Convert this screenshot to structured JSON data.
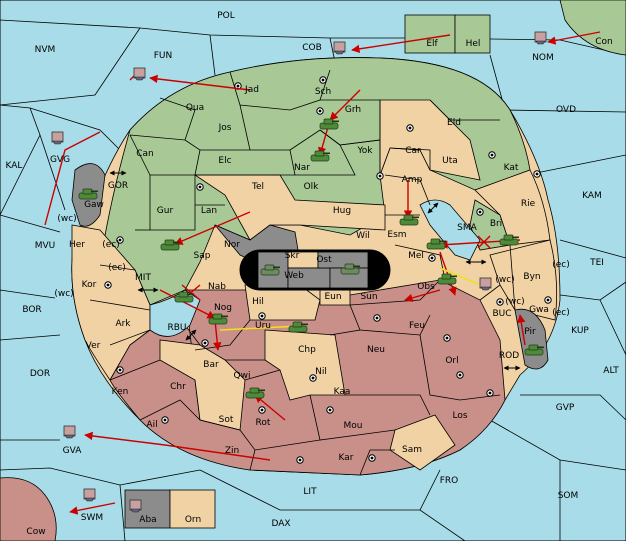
{
  "map": {
    "colors": {
      "sea": "#a8dce8",
      "neutral": "#f0d2a4",
      "green": "#a8c896",
      "red": "#c89088",
      "grey": "#8c8c8c",
      "black": "#000000",
      "order_move": "#cc0000",
      "order_support": "#f0e020"
    },
    "sea_regions": [
      {
        "name": "POL"
      },
      {
        "name": "NVM"
      },
      {
        "name": "FUN"
      },
      {
        "name": "COB"
      },
      {
        "name": "NOM"
      },
      {
        "name": "OVD"
      },
      {
        "name": "KAL"
      },
      {
        "name": "GOR"
      },
      {
        "name": "MVU"
      },
      {
        "name": "KAM"
      },
      {
        "name": "SMA"
      },
      {
        "name": "TEI"
      },
      {
        "name": "MIT"
      },
      {
        "name": "BOR"
      },
      {
        "name": "BUC"
      },
      {
        "name": "KUP"
      },
      {
        "name": "RBU"
      },
      {
        "name": "DOR"
      },
      {
        "name": "ROD"
      },
      {
        "name": "ALT"
      },
      {
        "name": "GVP"
      },
      {
        "name": "GVA"
      },
      {
        "name": "FRO"
      },
      {
        "name": "SOM"
      },
      {
        "name": "LIT"
      },
      {
        "name": "SWM"
      },
      {
        "name": "DAX"
      }
    ],
    "land_regions": [
      {
        "name": "Jad",
        "owner": "green"
      },
      {
        "name": "Sch",
        "owner": "green"
      },
      {
        "name": "Qua",
        "owner": "green"
      },
      {
        "name": "Jos",
        "owner": "green"
      },
      {
        "name": "Grh",
        "owner": "green"
      },
      {
        "name": "Eld",
        "owner": "green"
      },
      {
        "name": "Can",
        "owner": "green"
      },
      {
        "name": "Elc",
        "owner": "green"
      },
      {
        "name": "Nar",
        "owner": "green"
      },
      {
        "name": "Yok",
        "owner": "neutral"
      },
      {
        "name": "Car",
        "owner": "neutral"
      },
      {
        "name": "Uta",
        "owner": "neutral"
      },
      {
        "name": "Kat",
        "owner": "neutral"
      },
      {
        "name": "Tel",
        "owner": "neutral"
      },
      {
        "name": "Olk",
        "owner": "neutral"
      },
      {
        "name": "Amp",
        "owner": "green"
      },
      {
        "name": "Gur",
        "owner": "green"
      },
      {
        "name": "Lan",
        "owner": "green"
      },
      {
        "name": "Hug",
        "owner": "neutral"
      },
      {
        "name": "Rie",
        "owner": "neutral"
      },
      {
        "name": "Gaw",
        "owner": "green"
      },
      {
        "name": "Her",
        "owner": "neutral"
      },
      {
        "name": "Nor",
        "owner": "grey"
      },
      {
        "name": "Skr",
        "owner": "grey"
      },
      {
        "name": "Wil",
        "owner": "neutral"
      },
      {
        "name": "Esm",
        "owner": "green"
      },
      {
        "name": "Bri",
        "owner": "green"
      },
      {
        "name": "Sap",
        "owner": "green"
      },
      {
        "name": "Ost",
        "owner": "grey"
      },
      {
        "name": "Web",
        "owner": "grey"
      },
      {
        "name": "Mel",
        "owner": "green"
      },
      {
        "name": "Byn",
        "owner": "neutral"
      },
      {
        "name": "Kor",
        "owner": "neutral"
      },
      {
        "name": "Nab",
        "owner": "green"
      },
      {
        "name": "Hil",
        "owner": "neutral"
      },
      {
        "name": "Eun",
        "owner": "neutral"
      },
      {
        "name": "Sun",
        "owner": "red"
      },
      {
        "name": "Obs",
        "owner": "red"
      },
      {
        "name": "Gwa",
        "owner": "neutral"
      },
      {
        "name": "Ark",
        "owner": "neutral"
      },
      {
        "name": "Nog",
        "owner": "red"
      },
      {
        "name": "Uru",
        "owner": "red"
      },
      {
        "name": "Feu",
        "owner": "red"
      },
      {
        "name": "Pir",
        "owner": "grey"
      },
      {
        "name": "Ver",
        "owner": "neutral"
      },
      {
        "name": "Chp",
        "owner": "neutral"
      },
      {
        "name": "Neu",
        "owner": "red"
      },
      {
        "name": "Orl",
        "owner": "red"
      },
      {
        "name": "Bar",
        "owner": "red"
      },
      {
        "name": "Qwi",
        "owner": "red"
      },
      {
        "name": "Nil",
        "owner": "neutral"
      },
      {
        "name": "Ken",
        "owner": "red"
      },
      {
        "name": "Chr",
        "owner": "neutral"
      },
      {
        "name": "Kaa",
        "owner": "red"
      },
      {
        "name": "Ail",
        "owner": "neutral"
      },
      {
        "name": "Sot",
        "owner": "neutral"
      },
      {
        "name": "Rot",
        "owner": "red"
      },
      {
        "name": "Mou",
        "owner": "red"
      },
      {
        "name": "Los",
        "owner": "red"
      },
      {
        "name": "Zin",
        "owner": "red"
      },
      {
        "name": "Kar",
        "owner": "red"
      },
      {
        "name": "Sam",
        "owner": "neutral"
      },
      {
        "name": "Elf",
        "owner": "green"
      },
      {
        "name": "Hel",
        "owner": "green"
      },
      {
        "name": "Con",
        "owner": "green"
      },
      {
        "name": "Cow",
        "owner": "red"
      },
      {
        "name": "Aba",
        "owner": "grey"
      },
      {
        "name": "Orn",
        "owner": "neutral"
      }
    ],
    "coast_labels": [
      "(wc)",
      "(ec)",
      "(ec)",
      "(wc)",
      "(wc)",
      "(ec)",
      "(wc)",
      "(ec)"
    ],
    "armies": [
      {
        "location": "Grh",
        "owner": "green"
      },
      {
        "location": "Nar",
        "owner": "green"
      },
      {
        "location": "Gaw",
        "owner": "green"
      },
      {
        "location": "Sap",
        "owner": "green"
      },
      {
        "location": "Nab",
        "owner": "green"
      },
      {
        "location": "Esm",
        "owner": "green"
      },
      {
        "location": "Mel",
        "owner": "green"
      },
      {
        "location": "Bri",
        "owner": "green"
      },
      {
        "location": "Web",
        "owner": "grey"
      },
      {
        "location": "Ost",
        "owner": "grey"
      },
      {
        "location": "Obs",
        "owner": "green"
      },
      {
        "location": "Nog",
        "owner": "green"
      },
      {
        "location": "Uru",
        "owner": "green"
      },
      {
        "location": "Rot",
        "owner": "green"
      },
      {
        "location": "Pir",
        "owner": "green"
      }
    ],
    "fleets": [
      {
        "location": "COB"
      },
      {
        "location": "NOM"
      },
      {
        "location": "FUN"
      },
      {
        "location": "GVG"
      },
      {
        "location": "BUC"
      },
      {
        "location": "GVA"
      },
      {
        "location": "SWM"
      },
      {
        "location": "Aba"
      }
    ]
  }
}
